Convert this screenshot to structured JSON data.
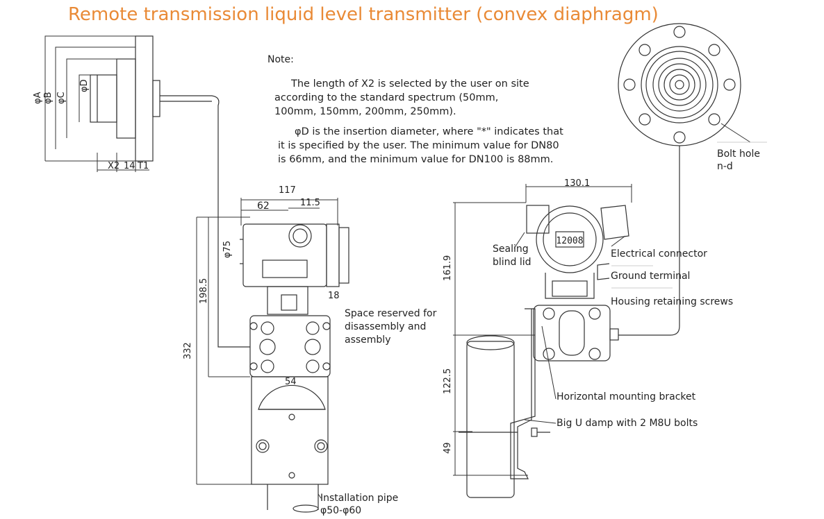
{
  "title": "Remote transmission liquid level transmitter (convex diaphragm)",
  "note": {
    "heading": "Note:",
    "p1": "The length of X2 is selected by the user on site according to the standard spectrum (50mm, 100mm, 150mm, 200mm, 250mm).",
    "p2": "φD is the insertion diameter, where \"*\" indicates that it is specified by the user. The minimum value for DN80 is 66mm, and the minimum value for DN100 is 88mm."
  },
  "labels": {
    "bolt_hole_1": "Bolt hole",
    "bolt_hole_2": "n-d",
    "space_1": "Space reserved for",
    "space_2": "disassembly and",
    "space_3": "assembly",
    "install_1": "Installation pipe",
    "install_2": "φ50-φ60",
    "sealing_1": "Sealing",
    "sealing_2": "blind lid",
    "electrical": "Electrical connector",
    "ground": "Ground terminal",
    "housing": "Housing retaining screws",
    "bracket": "Horizontal mounting bracket",
    "uclamp": "Big U damp with 2 M8U bolts",
    "lcd": "12008"
  },
  "dims": {
    "phiA": "φA",
    "phiB": "φB",
    "phiC": "φC",
    "phiD": "φD",
    "x2": "X2",
    "d14": "14",
    "t1": "T1",
    "d117": "117",
    "d62": "62",
    "d11_5": "11.5",
    "phi75": "φ75",
    "d198_5": "198.5",
    "d332": "332",
    "d18": "18",
    "d54": "54",
    "d130_1": "130.1",
    "d161_9": "161.9",
    "d122_5": "122.5",
    "d49": "49"
  }
}
